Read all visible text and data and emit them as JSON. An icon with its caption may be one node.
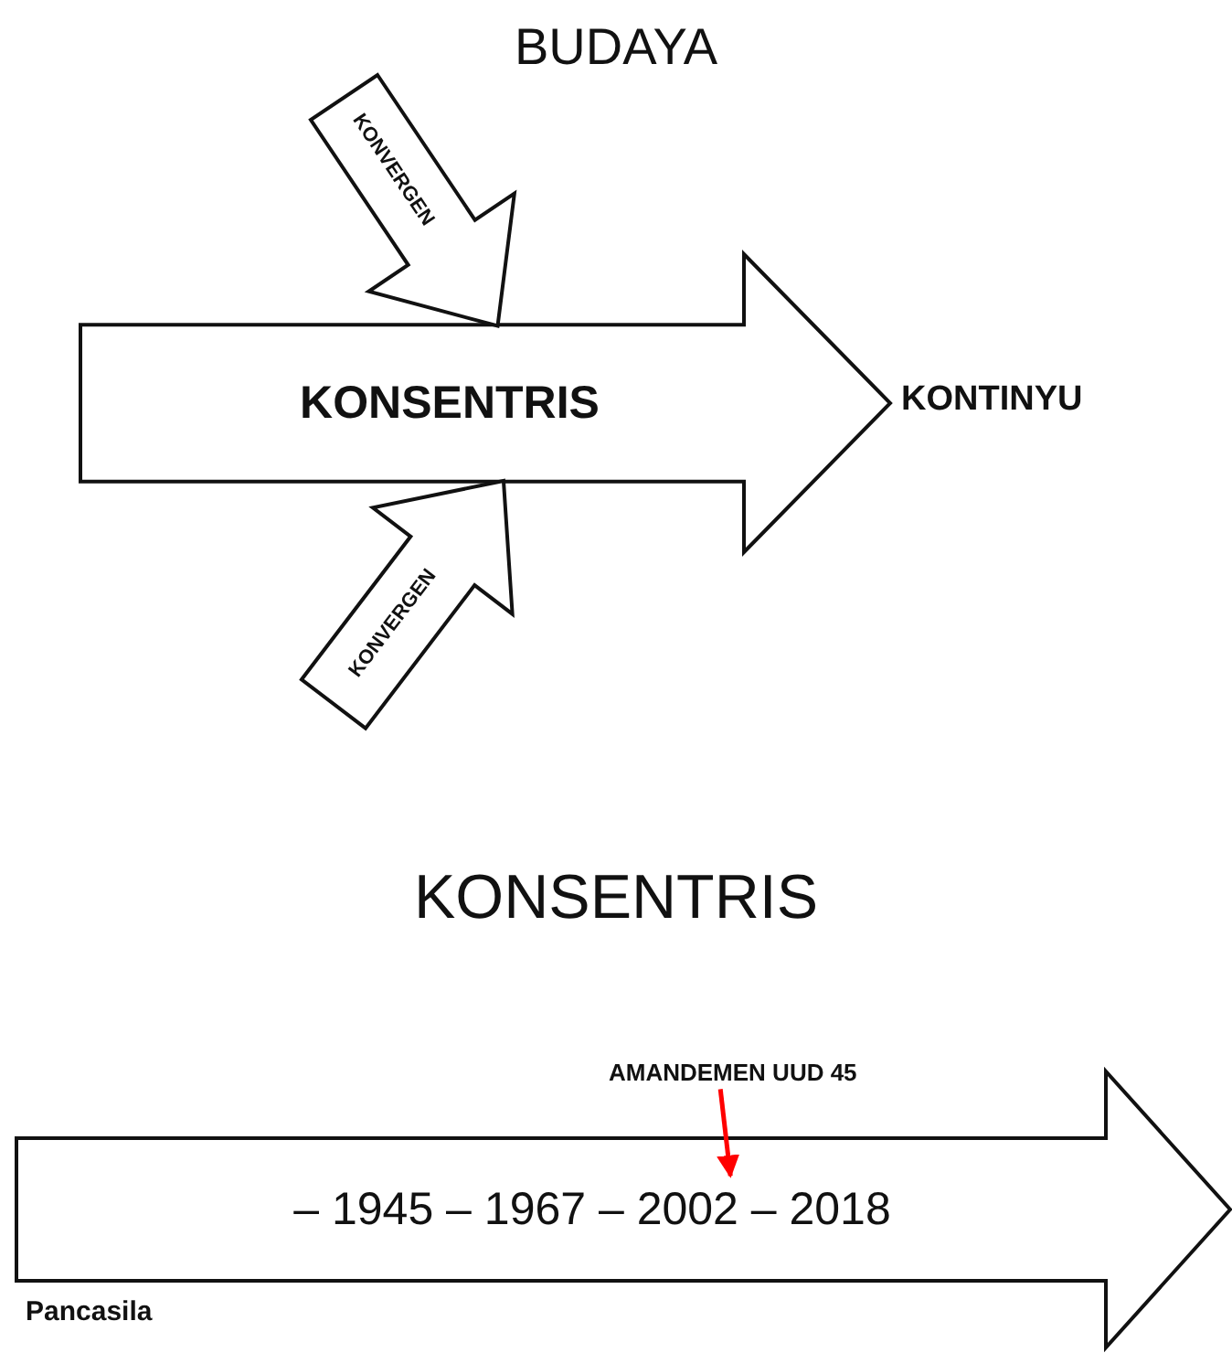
{
  "diagram": {
    "title": "BUDAYA",
    "nodes": [
      {
        "text": [
          "KONSENTRIS"
        ]
      },
      {
        "text": [
          "KONVERGEN"
        ]
      },
      {
        "text": [
          "KONVERGEN"
        ]
      },
      {
        "text": [
          "KONTINYU"
        ]
      },
      {
        "text": [
          "– 1945 – 1967 – 2002 – 2018"
        ]
      },
      {
        "text": [
          "AMANDEMEN UUD 45"
        ]
      }
    ],
    "edges": [
      {
        "from": 5,
        "to": 4,
        "arrow": "to",
        "color": "#ff0000"
      }
    ],
    "labels": [
      "KONSENTRIS",
      "Pancasila"
    ]
  }
}
